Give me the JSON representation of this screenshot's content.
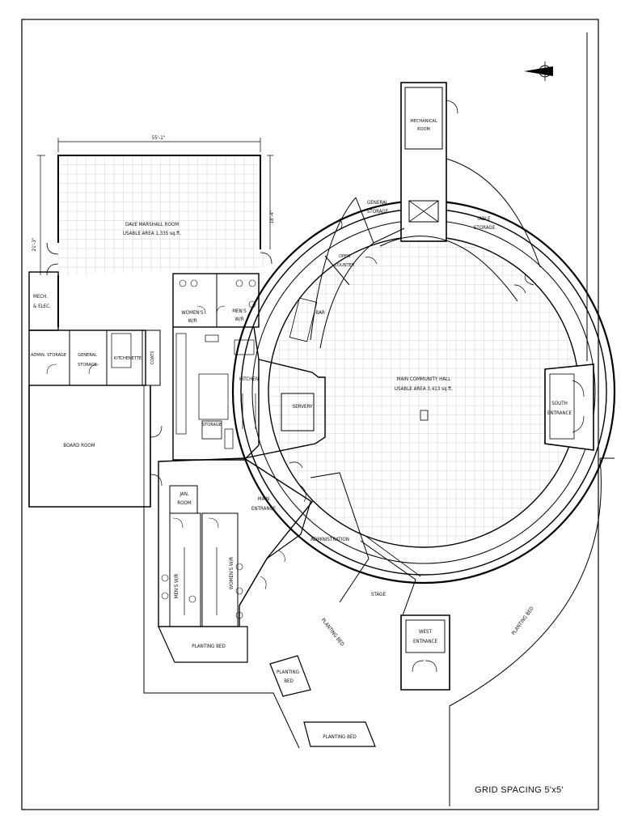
{
  "drawing": {
    "grid_note": "GRID SPACING 5'x5'",
    "north_arrow": "north-arrow-icon"
  },
  "dimensions": {
    "top_width": "55'-1\"",
    "right_height": "18'-4\"",
    "left_height": "21'-3\""
  },
  "rooms": {
    "dave_marshall_name": "DAVE MARSHALL ROOM",
    "dave_marshall_area": "USABLE AREA 1,335 sq.ft.",
    "mech_elec_1": "MECH.",
    "mech_elec_2": "& ELEC.",
    "womens_wr_top_1": "WOMEN'S",
    "womens_wr_top_2": "W/R",
    "mens_wr_top_1": "MEN'S",
    "mens_wr_top_2": "W/R",
    "admin_storage": "ADMIN. STORAGE",
    "general_storage_left_1": "GENERAL",
    "general_storage_left_2": "STORAGE",
    "kitchenette": "KITCHENETTE",
    "coats": "COATS",
    "kitchen": "KITCHEN",
    "storage_small": "STORAGE",
    "board_room": "BOARD ROOM",
    "jan_room_1": "JAN.",
    "jan_room_2": "ROOM",
    "mens_wr_bottom": "MEN'S W/R",
    "womens_wr_bottom": "WOMEN'S W/R",
    "planting_bed_1": "PLANTING BED",
    "planting_bed_2_1": "PLANTING",
    "planting_bed_2_2": "BED",
    "planting_bed_3": "PLANTING BED",
    "planting_bed_arc_left": "PLANTING BED",
    "planting_bed_arc_right": "PLANTING BED",
    "main_entrance_1": "MAIN",
    "main_entrance_2": "ENTRANCE",
    "mechanical_room_1": "MECHANICAL",
    "mechanical_room_2": "ROOM",
    "general_storage_top_1": "GENERAL",
    "general_storage_top_2": "STORAGE",
    "table_storage_1": "TABLE",
    "table_storage_2": "STORAGE",
    "open_counter_1": "OPEN",
    "open_counter_2": "COUNTER",
    "bar": "BAR",
    "servery": "SERVERY",
    "main_hall_name": "MAIN COMMUNITY HALL",
    "main_hall_area": "USABLE AREA 3,413 sq.ft.",
    "south_entrance_1": "SOUTH",
    "south_entrance_2": "ENTRANCE",
    "administration": "ADMINISTRATION",
    "stage": "STAGE",
    "west_entrance_1": "WEST",
    "west_entrance_2": "ENTRANCE"
  }
}
